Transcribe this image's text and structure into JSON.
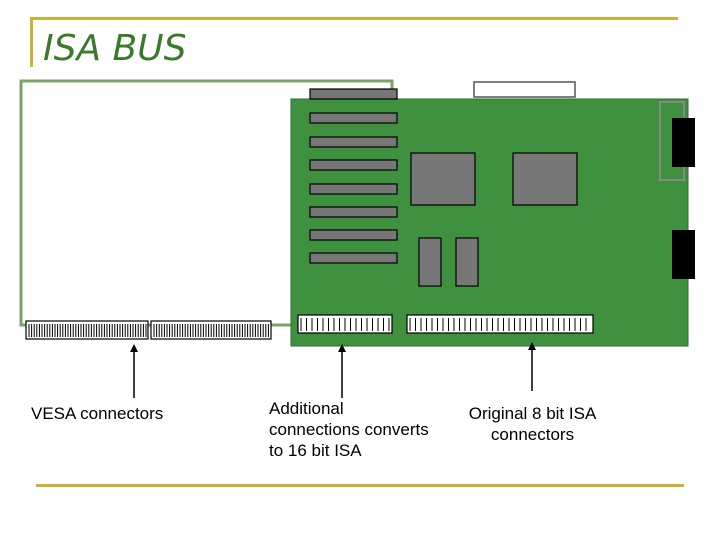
{
  "slide": {
    "title": "ISA BUS",
    "accent_color": "#c9b13a",
    "title_color": "#3b7a2a",
    "board_color": "#3f9140",
    "card_outline_color": "#7da36b"
  },
  "labels": {
    "vesa": "VESA connectors",
    "additional": "Additional connections converts to 16 bit ISA",
    "original": "Original 8 bit ISA connectors"
  }
}
